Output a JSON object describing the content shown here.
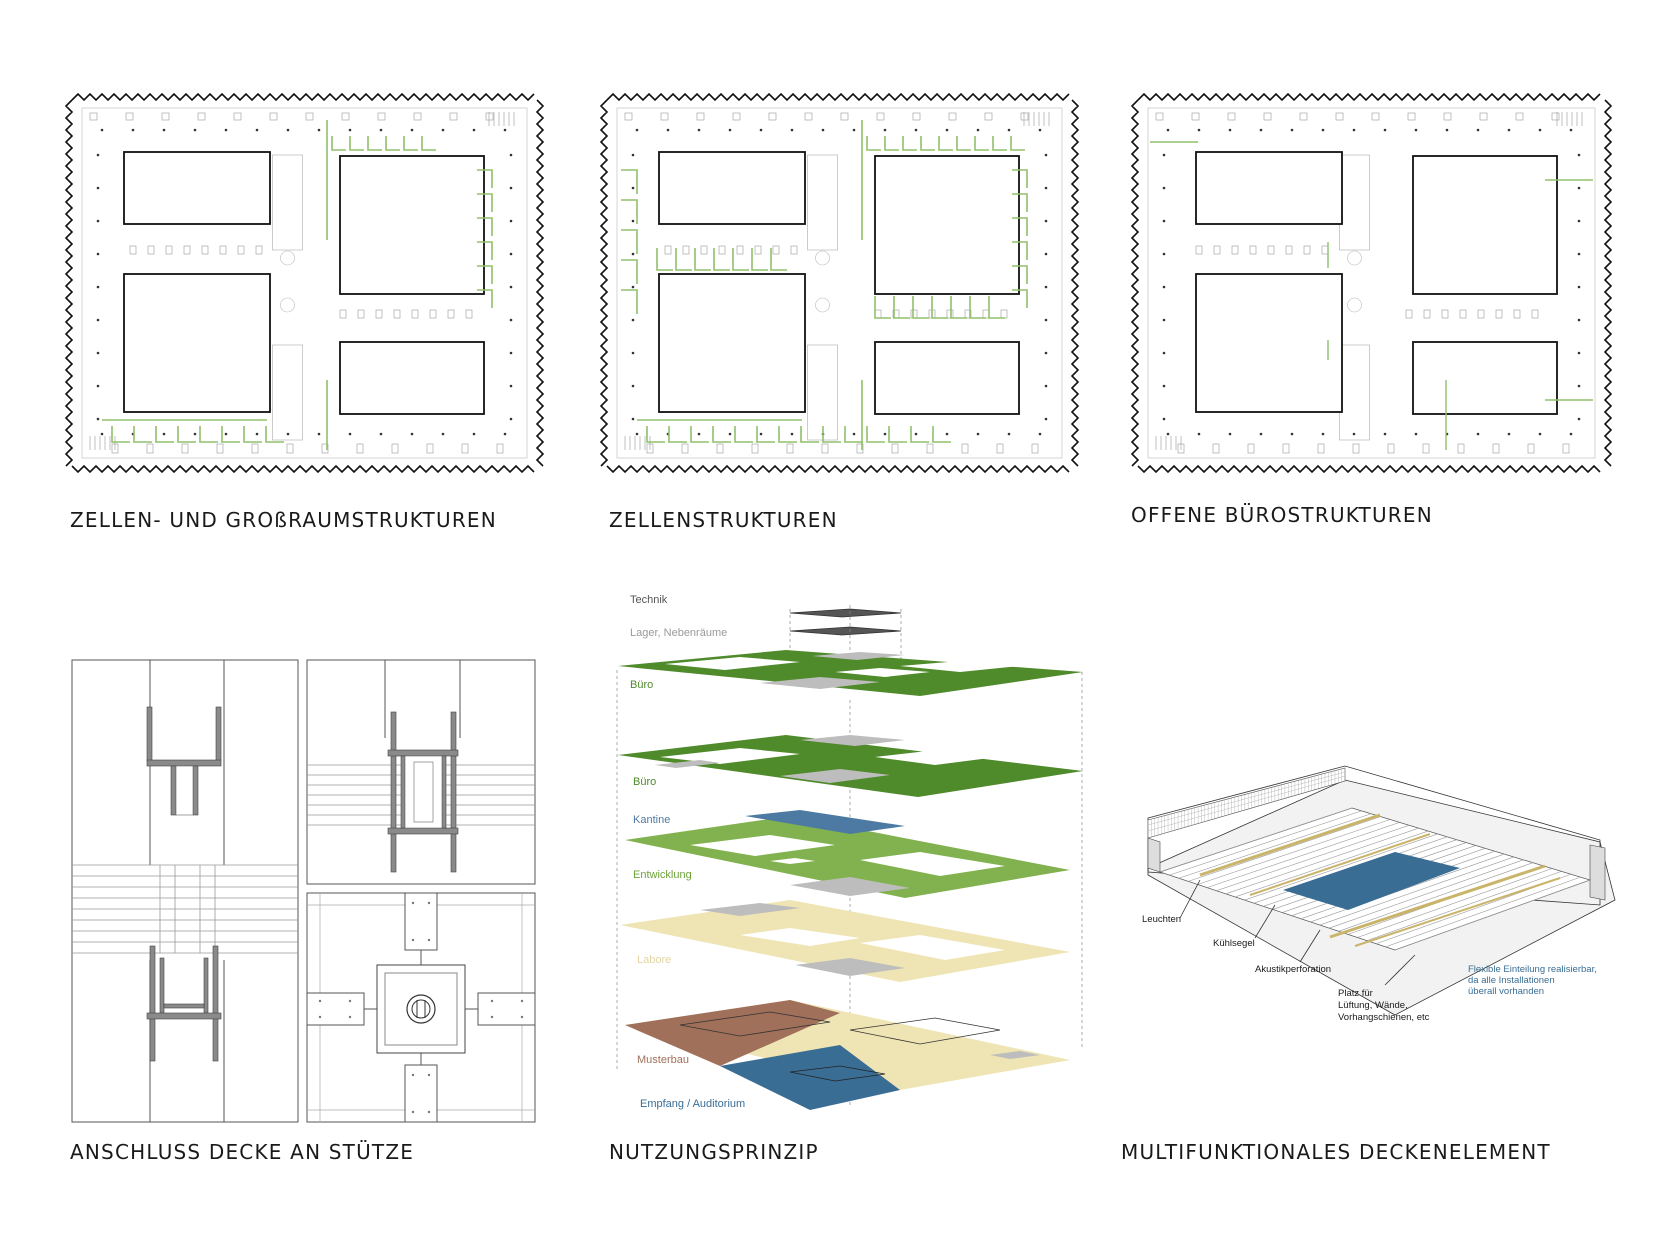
{
  "captions": {
    "plan1": "ZELLEN- UND GROßRAUMSTRUKTUREN",
    "plan2": "ZELLENSTRUKTUREN",
    "plan3": "OFFENE BÜROSTRUKTUREN",
    "detail": "ANSCHLUSS DECKE AN STÜTZE",
    "usage": "NUTZUNGSPRINZIP",
    "ceiling": "MULTIFUNKTIONALES DECKENELEMENT"
  },
  "layers": [
    {
      "label": "Technik",
      "color": "#555555"
    },
    {
      "label": "Lager, Nebenräume",
      "color": "#9a9a9a"
    },
    {
      "label": "Büro",
      "color": "#4f8a2b"
    },
    {
      "label": "Büro",
      "color": "#4f8a2b"
    },
    {
      "label": "Kantine",
      "color": "#4d7aa3"
    },
    {
      "label": "Entwicklung",
      "color": "#6ea33a"
    },
    {
      "label": "Labore",
      "color": "#e3d6a3"
    },
    {
      "label": "Musterbau",
      "color": "#a0705a"
    },
    {
      "label": "Empfang / Auditorium",
      "color": "#3a6d94"
    }
  ],
  "ceiling_notes": {
    "leuchten": "Leuchten",
    "kuehlsegel": "Kühlsegel",
    "akustik": "Akustikperforation",
    "platz_1": "Platz für",
    "platz_2": "Lüftung, Wände,",
    "platz_3": "Vorhangschienen, etc",
    "flex_1": "Flexible Einteilung realisierbar,",
    "flex_2": "da alle Installationen",
    "flex_3": "überall vorhanden"
  },
  "colors": {
    "green": "#8fc06a",
    "dark_green": "#4f8a2b",
    "mid_green": "#6ea33a",
    "blue": "#3a6d94",
    "sand": "#efe4b4",
    "brown": "#a0705a"
  }
}
